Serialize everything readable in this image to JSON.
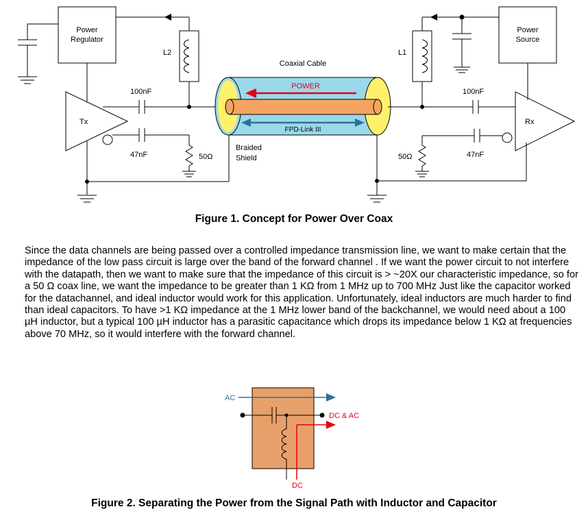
{
  "figure1": {
    "labels": {
      "power_regulator_1": "Power",
      "power_regulator_2": "Regulator",
      "power_source_1": "Power",
      "power_source_2": "Source",
      "l2": "L2",
      "l1": "L1",
      "coaxial_cable": "Coaxial Cable",
      "power": "POWER",
      "fpd_link": "FPD-Link III",
      "tx": "Tx",
      "rx": "Rx",
      "cap_left_top": "100nF",
      "cap_left_bottom": "47nF",
      "cap_right_top": "100nF",
      "cap_right_bottom": "47nF",
      "res_left": "50Ω",
      "res_right": "50Ω",
      "braided_1": "Braided",
      "braided_2": "Shield"
    },
    "colors": {
      "cable_jacket": "#99d9ea",
      "cable_dielectric": "#fdf26a",
      "cable_core": "#f4a460",
      "power_arrow": "#e60012",
      "fpd_arrow": "#2f6f9a"
    },
    "caption": "Figure 1. Concept for Power Over Coax"
  },
  "paragraph": "Since the data channels are being passed over a controlled impedance transmission line, we want to make certain that the impedance of the low pass circuit is large over the band of the forward channel . If we want the power circuit to not interfere with the datapath, then we want to make sure that the impedance of this circuit is > ~20X our characteristic impedance, so for a 50 Ω coax line, we want the impedance to be greater than 1 KΩ from 1 MHz up to 700 MHz Just like the capacitor worked for the datachannel, and ideal inductor would work for this application. Unfortunately, ideal inductors are much harder to find than ideal capacitors. To have >1 KΩ impedance at the 1 MHz lower band of the backchannel, we would need about a 100 µH inductor, but a typical 100 µH inductor has a parasitic capacitance which drops its impedance below 1 KΩ at frequencies above 70 MHz, so it would interfere with the forward channel.",
  "figure2": {
    "labels": {
      "ac": "AC",
      "dc_ac": "DC & AC",
      "dc": "DC"
    },
    "colors": {
      "box": "#e8a06a",
      "ac_arrow": "#2f6f9a",
      "dc_line": "#e60012"
    },
    "caption": "Figure 2. Separating the Power from the Signal Path with Inductor and Capacitor"
  }
}
